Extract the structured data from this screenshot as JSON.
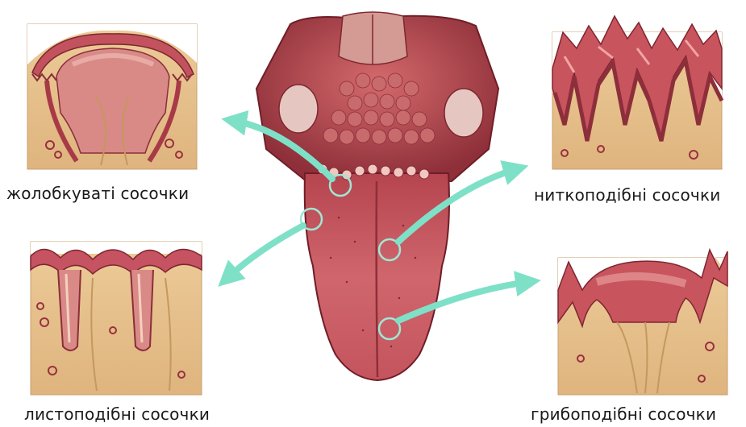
{
  "labels": {
    "circumvallate": "жолобкуваті сосочки",
    "filiform": "ниткоподібні сосочки",
    "foliate": "листоподібні сосочки",
    "fungiform": "грибоподібні сосочки"
  },
  "colors": {
    "tongue": "#c85a62",
    "tongue_dark": "#7e2630",
    "tissue": "#e8c08a",
    "tissue_dark": "#caa06c",
    "mucosa": "#b04452",
    "arrow": "#7fe0c8",
    "circle": "#9fe6d4",
    "background": "#ffffff"
  }
}
